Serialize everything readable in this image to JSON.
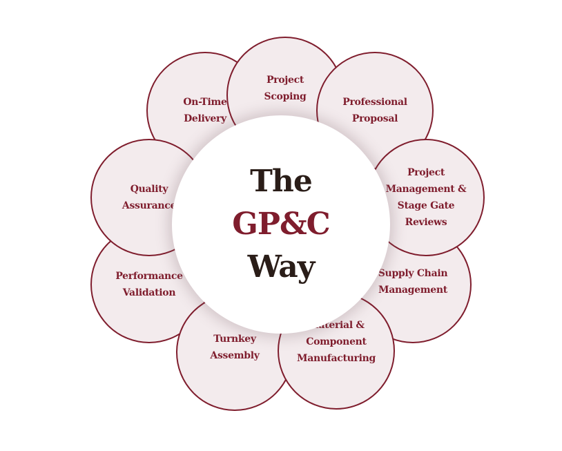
{
  "colors": {
    "accent": "#7f1d2d",
    "petal_fill": "#f3ebed",
    "title_dark": "#2a1d18",
    "background": "#ffffff"
  },
  "center": {
    "line1": "The",
    "line2": "GP&C",
    "line3": "Way"
  },
  "petals": [
    {
      "id": "project-scoping",
      "label": "Project\nScoping"
    },
    {
      "id": "professional-proposal",
      "label": "Professional\nProposal"
    },
    {
      "id": "project-management-stage-gate-reviews",
      "label": "Project\nManagement  &\nStage Gate\nReviews"
    },
    {
      "id": "supply-chain-management",
      "label": "Supply Chain\nManagement"
    },
    {
      "id": "material-component-manufacturing",
      "label": "Material &\nComponent\nManufacturing"
    },
    {
      "id": "turnkey-assembly",
      "label": "Turnkey\nAssembly"
    },
    {
      "id": "performance-validation",
      "label": "Performance\nValidation"
    },
    {
      "id": "quality-assurance",
      "label": "Quality\nAssurance"
    },
    {
      "id": "on-time-delivery",
      "label": "On-Time\nDelivery"
    }
  ]
}
